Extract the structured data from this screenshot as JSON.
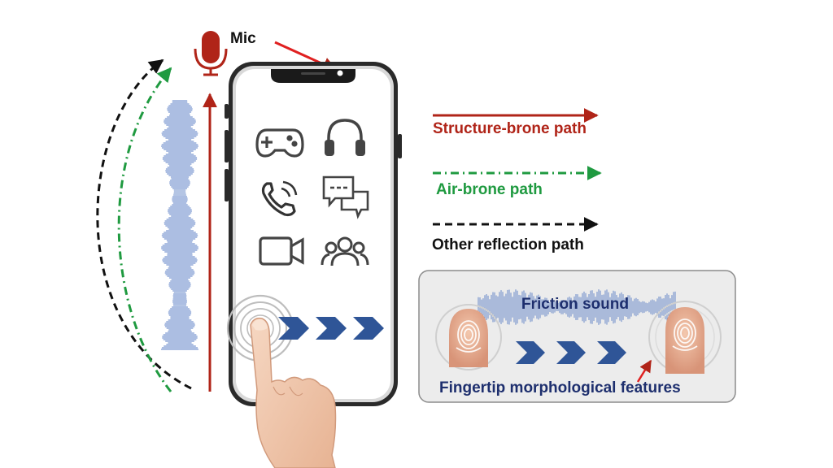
{
  "mic_label": "Mic",
  "legend": {
    "structure": "Structure-brone path",
    "air": "Air-brone path",
    "other": "Other reflection path"
  },
  "inset": {
    "friction_label": "Friction sound",
    "fingertip_label": "Fingertip morphological features"
  },
  "colors": {
    "structure_path": "#b02418",
    "air_path": "#1f9a40",
    "other_path": "#111111",
    "waveform": "#5a7ec4",
    "chevron": "#2f5597",
    "label_navy": "#1e2f6e",
    "inset_bg": "#ececec"
  },
  "phone_app_icons": [
    "gamepad-icon",
    "headphones-icon",
    "phone-call-icon",
    "chat-icon",
    "video-camera-icon",
    "group-icon"
  ]
}
